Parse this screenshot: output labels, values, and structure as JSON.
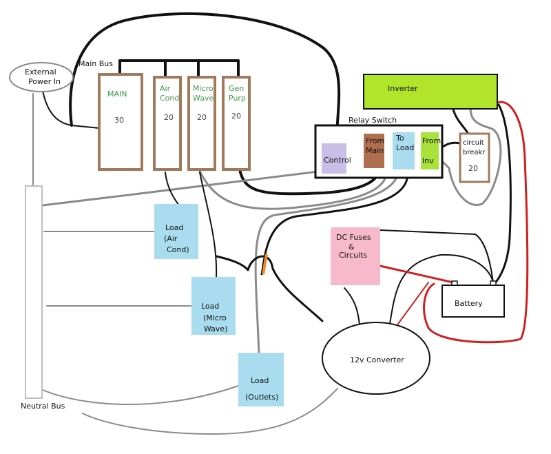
{
  "labels": {
    "external_power": [
      "External",
      "Power In"
    ],
    "main_bus": "Main Bus",
    "neutral_bus": "Neutral Bus",
    "relay_switch": "Relay Switch",
    "inverter": "Inverter",
    "battery": "Battery",
    "converter": "12v Converter",
    "dc_fuses": [
      "DC Fuses",
      "&",
      "Circuits"
    ]
  },
  "breakers": [
    {
      "name": [
        "MAIN"
      ],
      "amps": "30"
    },
    {
      "name": [
        "Air",
        "Cond"
      ],
      "amps": "20"
    },
    {
      "name": [
        "Micro",
        "Wave"
      ],
      "amps": "20"
    },
    {
      "name": [
        "Gen",
        "Purp"
      ],
      "amps": "20"
    }
  ],
  "relay_terminals": {
    "control": [
      "Control"
    ],
    "from_main": [
      "From",
      "Main"
    ],
    "to_load": [
      "To",
      "Load"
    ],
    "from_inv": [
      "From",
      "Inv"
    ]
  },
  "circuit_breaker": {
    "name": [
      "circuit",
      "breakr"
    ],
    "amps": "20"
  },
  "loads": [
    {
      "title": "Load",
      "sub": [
        "(Air",
        "Cond)"
      ]
    },
    {
      "title": "Load",
      "sub": [
        "(Micro",
        "Wave)"
      ]
    },
    {
      "title": "Load",
      "sub": [
        "(Outlets)"
      ]
    }
  ],
  "colors": {
    "breaker_frame": "#a07a5a",
    "breaker_text": "#3a9a4a",
    "control": "#c9bfe6",
    "from_main": "#b07050",
    "to_load": "#a8dcee",
    "from_inv": "#a8e23a",
    "inverter": "#b0e52a",
    "load": "#a8dcee",
    "dc_fuses": "#f7b9cc",
    "hot_wire": "#111111",
    "neutral_wire": "#8a8a8a",
    "dc_positive": "#d11f1f"
  }
}
